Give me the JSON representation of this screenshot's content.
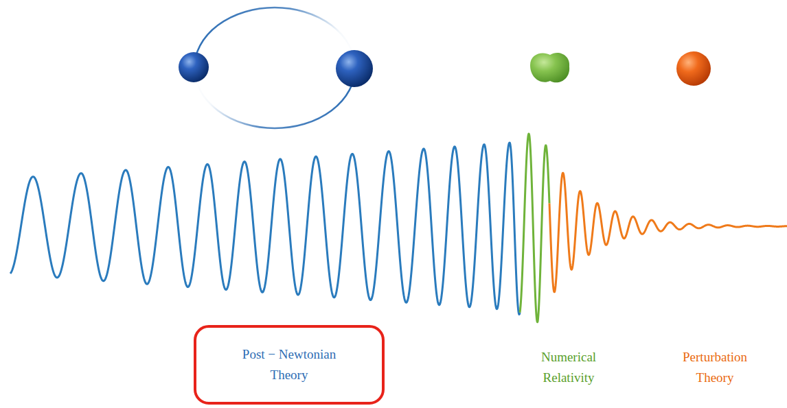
{
  "diagram": {
    "nodes": [
      {
        "text": [
          "Post − Newtonian Theory"
        ]
      }
    ],
    "labels": [
      "Numerical Relativity",
      "Perturbation Theory"
    ]
  }
}
